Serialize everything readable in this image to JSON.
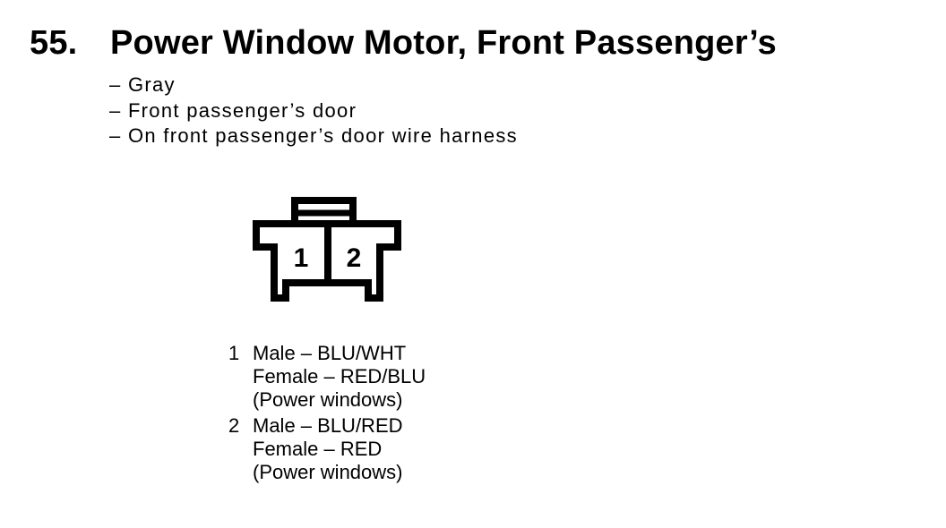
{
  "page": {
    "item_number": "55.",
    "title": "Power Window Motor, Front Passenger’s",
    "background_color": "#ffffff",
    "ink_color": "#000000"
  },
  "details": [
    "– Gray",
    "– Front passenger’s door",
    "– On front passenger’s door wire harness"
  ],
  "connector": {
    "description": "2-cavity connector, terminal-side view with top latch tab and two mounting feet",
    "cavity_labels": [
      "1",
      "2"
    ]
  },
  "pin_legend": [
    {
      "number": "1",
      "lines": [
        "Male – BLU/WHT",
        "Female – RED/BLU",
        "(Power windows)"
      ]
    },
    {
      "number": "2",
      "lines": [
        "Male – BLU/RED",
        "Female – RED",
        "(Power windows)"
      ]
    }
  ]
}
